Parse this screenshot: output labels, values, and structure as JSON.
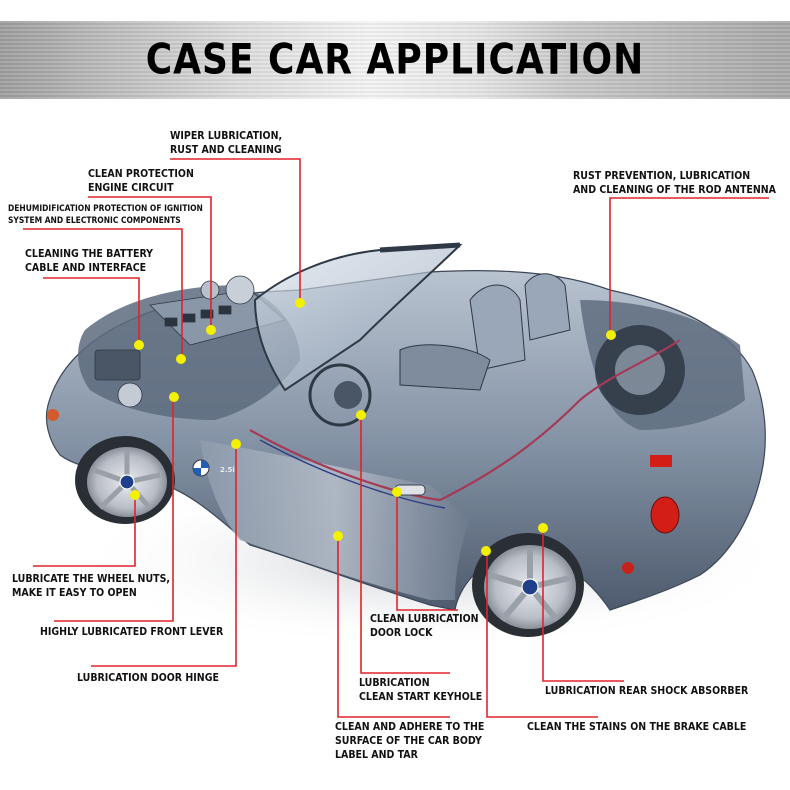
{
  "title": "CASE CAR APPLICATION",
  "colors": {
    "leader_line": "#e0242b",
    "marker_dot": "#f4f100",
    "car_body": "#7d8a9c",
    "tail_light": "#d21e16"
  },
  "callouts": [
    {
      "id": "wiper",
      "lines": [
        "WIPER LUBRICATION,",
        "RUST AND CLEANING"
      ]
    },
    {
      "id": "engine-circuit",
      "lines": [
        "CLEAN PROTECTION",
        "ENGINE CIRCUIT"
      ]
    },
    {
      "id": "ignition",
      "lines": [
        "DEHUMIDIFICATION PROTECTION OF IGNITION",
        "SYSTEM AND ELECTRONIC COMPONENTS"
      ]
    },
    {
      "id": "battery",
      "lines": [
        "CLEANING THE BATTERY",
        "CABLE AND INTERFACE"
      ]
    },
    {
      "id": "antenna",
      "lines": [
        "RUST PREVENTION, LUBRICATION",
        "AND CLEANING OF THE ROD ANTENNA"
      ]
    },
    {
      "id": "wheel-nuts",
      "lines": [
        "LUBRICATE THE WHEEL NUTS,",
        "MAKE IT EASY TO OPEN"
      ]
    },
    {
      "id": "front-lever",
      "lines": [
        "HIGHLY LUBRICATED FRONT LEVER"
      ]
    },
    {
      "id": "door-hinge",
      "lines": [
        "LUBRICATION DOOR HINGE"
      ]
    },
    {
      "id": "door-lock",
      "lines": [
        "CLEAN LUBRICATION",
        "DOOR LOCK"
      ]
    },
    {
      "id": "keyhole",
      "lines": [
        "LUBRICATION",
        "CLEAN START KEYHOLE"
      ]
    },
    {
      "id": "rear-shock",
      "lines": [
        "LUBRICATION REAR SHOCK ABSORBER"
      ]
    },
    {
      "id": "body-label",
      "lines": [
        "CLEAN AND ADHERE TO THE",
        "SURFACE OF THE CAR BODY",
        "LABEL AND TAR"
      ]
    },
    {
      "id": "brake-cable",
      "lines": [
        "CLEAN THE STAINS ON THE BRAKE CABLE"
      ]
    }
  ],
  "car": {
    "front_badge_text": "2.5i"
  }
}
